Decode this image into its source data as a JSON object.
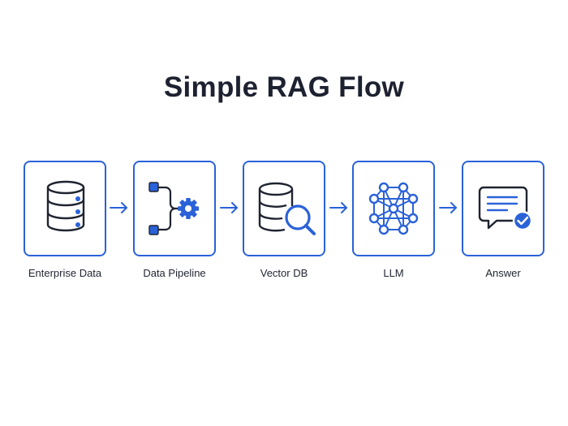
{
  "diagram": {
    "title": "Simple RAG Flow",
    "nodes": [
      {
        "label": "Enterprise Data",
        "icon": "database-icon"
      },
      {
        "label": "Data Pipeline",
        "icon": "pipeline-gear-icon"
      },
      {
        "label": "Vector DB",
        "icon": "database-search-icon"
      },
      {
        "label": "LLM",
        "icon": "neural-network-icon"
      },
      {
        "label": "Answer",
        "icon": "chat-check-icon"
      }
    ],
    "colors": {
      "accent": "#2a62d8",
      "stroke": "#1f2430",
      "text": "#1f2430"
    }
  }
}
